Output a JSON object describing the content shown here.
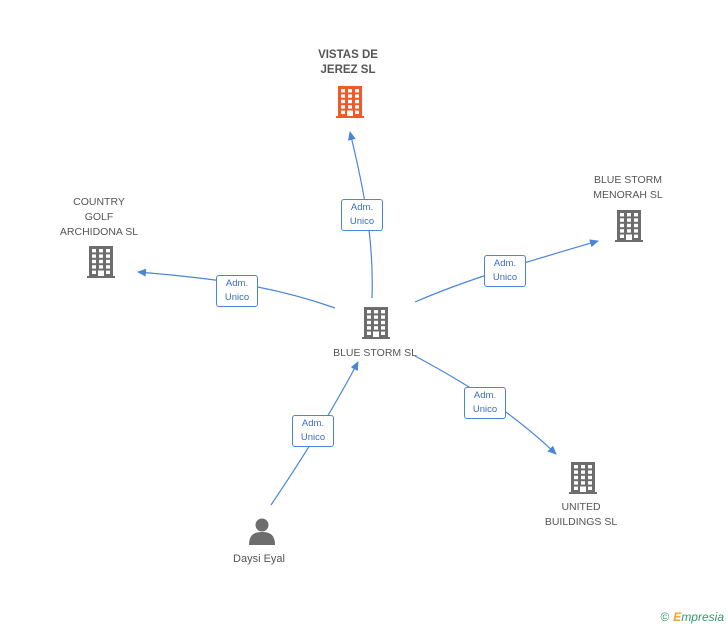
{
  "nodes": {
    "center": {
      "label": "BLUE STORM SL",
      "type": "company"
    },
    "vistas": {
      "label": "VISTAS DE\nJEREZ SL",
      "type": "company",
      "highlight": true
    },
    "country": {
      "label": "COUNTRY\nGOLF\nARCHIDONA SL",
      "type": "company"
    },
    "menorah": {
      "label": "BLUE STORM\nMENORAH SL",
      "type": "company"
    },
    "united": {
      "label": "UNITED\nBUILDINGS SL",
      "type": "company"
    },
    "daysi": {
      "label": "Daysi Eyal",
      "type": "person"
    }
  },
  "edges": [
    {
      "from": "center",
      "to": "vistas",
      "label1": "Adm.",
      "label2": "Unico"
    },
    {
      "from": "center",
      "to": "country",
      "label1": "Adm.",
      "label2": "Unico"
    },
    {
      "from": "center",
      "to": "menorah",
      "label1": "Adm.",
      "label2": "Unico"
    },
    {
      "from": "center",
      "to": "united",
      "label1": "Adm.",
      "label2": "Unico"
    },
    {
      "from": "daysi",
      "to": "center",
      "label1": "Adm.",
      "label2": "Unico"
    }
  ],
  "colors": {
    "edge": "#4a86d8",
    "company_icon": "#6d6d6d",
    "highlight_icon": "#f05a28",
    "person_icon": "#6d6d6d"
  },
  "brand": {
    "copyright": "©",
    "name_first": "E",
    "name_rest": "mpresia"
  }
}
